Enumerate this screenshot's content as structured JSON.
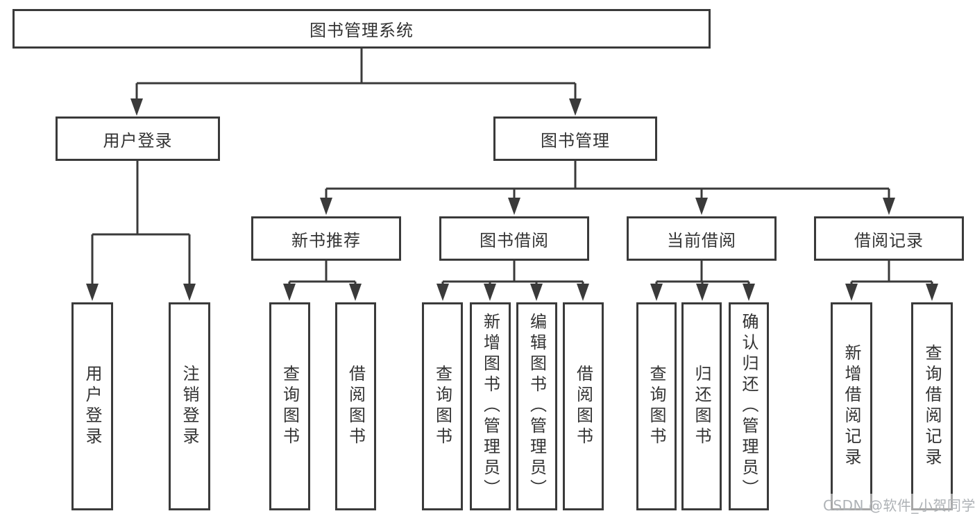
{
  "diagram": {
    "type": "hierarchy-chart",
    "colors": {
      "line": "#3a3a3a",
      "box_border": "#3a3a3a",
      "text": "#333333",
      "background": "#ffffff",
      "watermark": "#aeb2b6"
    },
    "tree": {
      "label": "图书管理系统",
      "children": [
        {
          "label": "用户登录",
          "children": [
            {
              "label": "用户登录"
            },
            {
              "label": "注销登录"
            }
          ]
        },
        {
          "label": "图书管理",
          "children": [
            {
              "label": "新书推荐",
              "children": [
                {
                  "label": "查询图书"
                },
                {
                  "label": "借阅图书"
                }
              ]
            },
            {
              "label": "图书借阅",
              "children": [
                {
                  "label": "查询图书"
                },
                {
                  "label": "新增图书（管理员）"
                },
                {
                  "label": "编辑图书（管理员）"
                },
                {
                  "label": "借阅图书"
                }
              ]
            },
            {
              "label": "当前借阅",
              "children": [
                {
                  "label": "查询图书"
                },
                {
                  "label": "归还图书"
                },
                {
                  "label": "确认归还（管理员）"
                }
              ]
            },
            {
              "label": "借阅记录",
              "children": [
                {
                  "label": "新增借阅记录"
                },
                {
                  "label": "查询借阅记录"
                }
              ]
            }
          ]
        }
      ]
    },
    "watermark": "CSDN @软件_小贺同学"
  }
}
